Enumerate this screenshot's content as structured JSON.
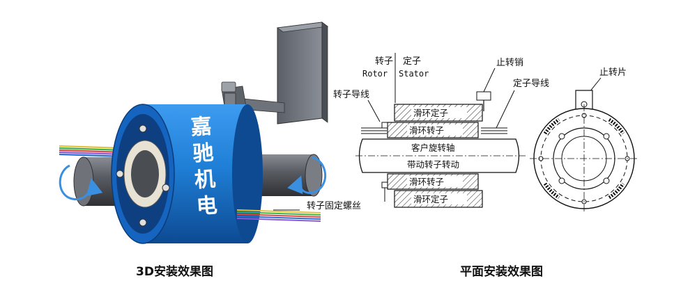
{
  "left_panel": {
    "brand_text": "嘉驰机电",
    "rotor_screw_label": "转子固定螺丝",
    "caption": "3D安装效果图"
  },
  "right_panel": {
    "rotor_cn": "转子",
    "rotor_en": "Rotor",
    "stator_cn": "定子",
    "stator_en": "Stator",
    "rotor_wire": "转子导线",
    "stop_pin": "止转销",
    "stator_wire": "定子导线",
    "slip_stator_top": "滑环定子",
    "slip_rotor_top": "滑环转子",
    "customer_shaft": "客户旋转轴",
    "drive_rotor": "带动转子转动",
    "slip_rotor_bottom": "滑环转子",
    "slip_stator_bottom": "滑环定子",
    "stop_plate": "止转片",
    "caption": "平面安装效果图"
  },
  "colors": {
    "body_blue": "#1f7fd6",
    "body_dark": "#0f4f9a",
    "shaft_gray": "#5a5d63",
    "bracket_gray": "#6e737b",
    "arrow_blue": "#3a8fe0"
  }
}
